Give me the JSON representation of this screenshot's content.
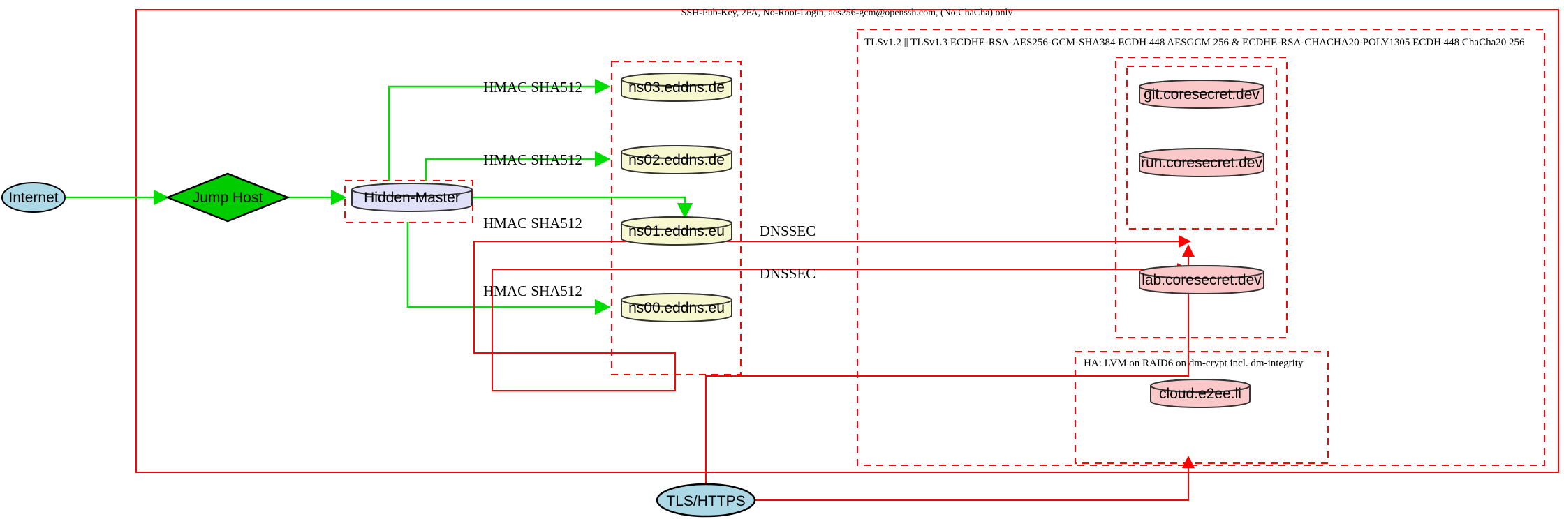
{
  "diagram": {
    "type": "network-infrastructure-diagram",
    "background": "#ffffff",
    "clusters": {
      "ssh_outer": {
        "label": "SSH-Pub-Key, 2FA, No-Root-Login, aes256-gcm@openssh.com, (No ChaCha) only",
        "style": "solid",
        "color": "#ff0000"
      },
      "tls_group": {
        "label": "TLSv1.2 || TLSv1.3 ECDHE-RSA-AES256-GCM-SHA384 ECDH 448 AESGCM 256 & ECDHE-RSA-CHACHA20-POLY1305 ECDH 448 ChaCha20 256",
        "style": "dashed",
        "color": "#ff0000"
      },
      "ha_group": {
        "label": "HA: LVM on RAID6 on dm-crypt incl. dm-integrity",
        "style": "dashed",
        "color": "#ff0000"
      },
      "hidden_master_group": {
        "label": "",
        "style": "dashed",
        "color": "#ff0000"
      },
      "dns_group": {
        "label": "",
        "style": "dashed",
        "color": "#ff0000"
      },
      "coresecret_outer_group": {
        "label": "",
        "style": "dashed",
        "color": "#ff0000"
      },
      "coresecret_inner_group": {
        "label": "",
        "style": "dashed",
        "color": "#ff0000"
      }
    },
    "nodes": [
      {
        "id": "internet",
        "label": "Internet",
        "shape": "ellipse",
        "fill": "#add8e6",
        "stroke": "#000000"
      },
      {
        "id": "jumphost",
        "label": "Jump Host",
        "shape": "diamond",
        "fill": "#00cc00",
        "stroke": "#000000"
      },
      {
        "id": "hidden",
        "label": "Hidden-Master",
        "shape": "cylinder",
        "fill": "#e0e0f8",
        "stroke": "#333333"
      },
      {
        "id": "ns03",
        "label": "ns03.eddns.de",
        "shape": "cylinder",
        "fill": "#f8f8d0",
        "stroke": "#333333"
      },
      {
        "id": "ns02",
        "label": "ns02.eddns.de",
        "shape": "cylinder",
        "fill": "#f8f8d0",
        "stroke": "#333333"
      },
      {
        "id": "ns01",
        "label": "ns01.eddns.eu",
        "shape": "cylinder",
        "fill": "#f8f8d0",
        "stroke": "#333333"
      },
      {
        "id": "ns00",
        "label": "ns00.eddns.eu",
        "shape": "cylinder",
        "fill": "#f8f8d0",
        "stroke": "#333333"
      },
      {
        "id": "git",
        "label": "git.coresecret.dev",
        "shape": "cylinder",
        "fill": "#fac8c8",
        "stroke": "#333333"
      },
      {
        "id": "run",
        "label": "run.coresecret.dev",
        "shape": "cylinder",
        "fill": "#fac8c8",
        "stroke": "#333333"
      },
      {
        "id": "lab",
        "label": "lab.coresecret.dev",
        "shape": "cylinder",
        "fill": "#fac8c8",
        "stroke": "#333333"
      },
      {
        "id": "cloud",
        "label": "cloud.e2ee.li",
        "shape": "cylinder",
        "fill": "#fac8c8",
        "stroke": "#333333"
      },
      {
        "id": "tlshttps",
        "label": "TLS/HTTPS",
        "shape": "ellipse",
        "fill": "#add8e6",
        "stroke": "#000000"
      }
    ],
    "edges": [
      {
        "from": "internet",
        "to": "jumphost",
        "label": "",
        "color": "#00dd00"
      },
      {
        "from": "jumphost",
        "to": "hidden",
        "label": "",
        "color": "#00dd00"
      },
      {
        "from": "hidden",
        "to": "ns03",
        "label": "HMAC SHA512",
        "color": "#00dd00"
      },
      {
        "from": "hidden",
        "to": "ns02",
        "label": "HMAC SHA512",
        "color": "#00dd00"
      },
      {
        "from": "hidden",
        "to": "ns01",
        "label": "HMAC SHA512",
        "color": "#00dd00"
      },
      {
        "from": "hidden",
        "to": "ns00",
        "label": "HMAC SHA512",
        "color": "#00dd00"
      },
      {
        "from": "dns_group",
        "to": "coresecret_inner_group",
        "label": "DNSSEC",
        "color": "#ff0000"
      },
      {
        "from": "dns_group",
        "to": "ha_group",
        "label": "DNSSEC",
        "color": "#ff0000"
      },
      {
        "from": "tlshttps",
        "to": "coresecret_inner_group",
        "label": "",
        "color": "#ff0000"
      },
      {
        "from": "tlshttps",
        "to": "ha_group",
        "label": "",
        "color": "#ff0000"
      }
    ],
    "edge_labels": {
      "hmac": "HMAC SHA512",
      "dnssec": "DNSSEC"
    }
  }
}
